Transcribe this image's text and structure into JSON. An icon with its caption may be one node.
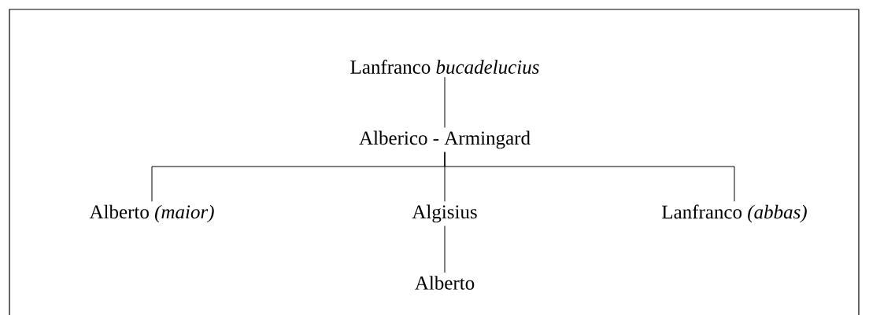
{
  "diagram": {
    "nodes": [
      {
        "text": [
          "Lanfranco *bucadelucius*"
        ]
      },
      {
        "text": [
          "Alberico - Armingard"
        ]
      },
      {
        "text": [
          "Alberto *(maior)*"
        ]
      },
      {
        "text": [
          "Algisius"
        ]
      },
      {
        "text": [
          "Lanfranco *(abbas)*"
        ]
      },
      {
        "text": [
          "Alberto"
        ]
      }
    ],
    "edges": [
      {
        "from": 0,
        "to": 1,
        "arrow": "none"
      },
      {
        "from": 1,
        "to": 2,
        "arrow": "none"
      },
      {
        "from": 1,
        "to": 3,
        "arrow": "none"
      },
      {
        "from": 1,
        "to": 4,
        "arrow": "none"
      },
      {
        "from": 3,
        "to": 5,
        "arrow": "none"
      }
    ]
  }
}
